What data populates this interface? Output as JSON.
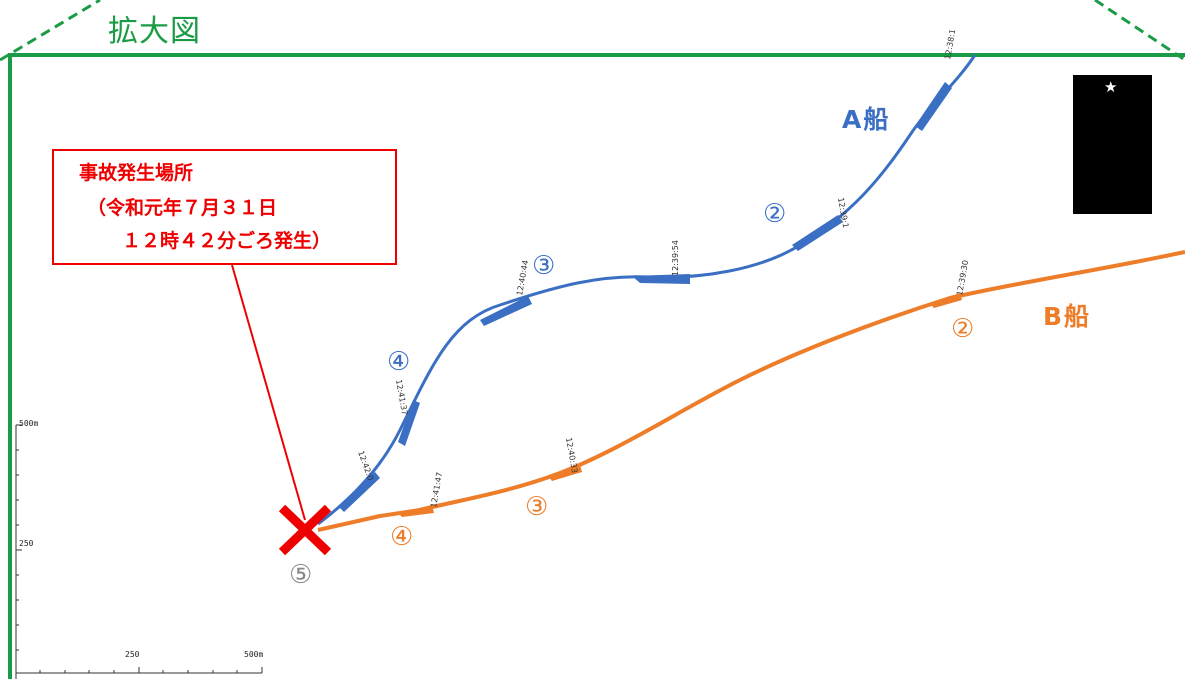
{
  "title": "拡大図",
  "callout": {
    "line1": "事故発生場所",
    "line2": "（令和元年７月３１日",
    "line3": "１２時４２分ごろ発生）"
  },
  "ships": {
    "a": {
      "label": "A船",
      "color": "#3a6fc4"
    },
    "b": {
      "label": "B船",
      "color": "#ee7d2a"
    }
  },
  "markers": {
    "a2": "②",
    "a3": "③",
    "a4": "④",
    "b2": "②",
    "b3": "③",
    "b4": "④",
    "collision": "⑤"
  },
  "time_labels": {
    "a_top": "12:38:1",
    "a_2": "12:39:1",
    "a_3": "12:39:54",
    "a_4": "12:40:44",
    "a_5": "12:41:37",
    "a_6": "12:42:0",
    "b_2": "12:39:30",
    "b_3": "12:40:33",
    "b_4": "12:41:47"
  },
  "scale": {
    "v_top": "500m",
    "v_mid": "250",
    "h_mid": "250",
    "h_right": "500m"
  },
  "colors": {
    "frame": "#1a9b45",
    "accident": "#ee0000"
  }
}
